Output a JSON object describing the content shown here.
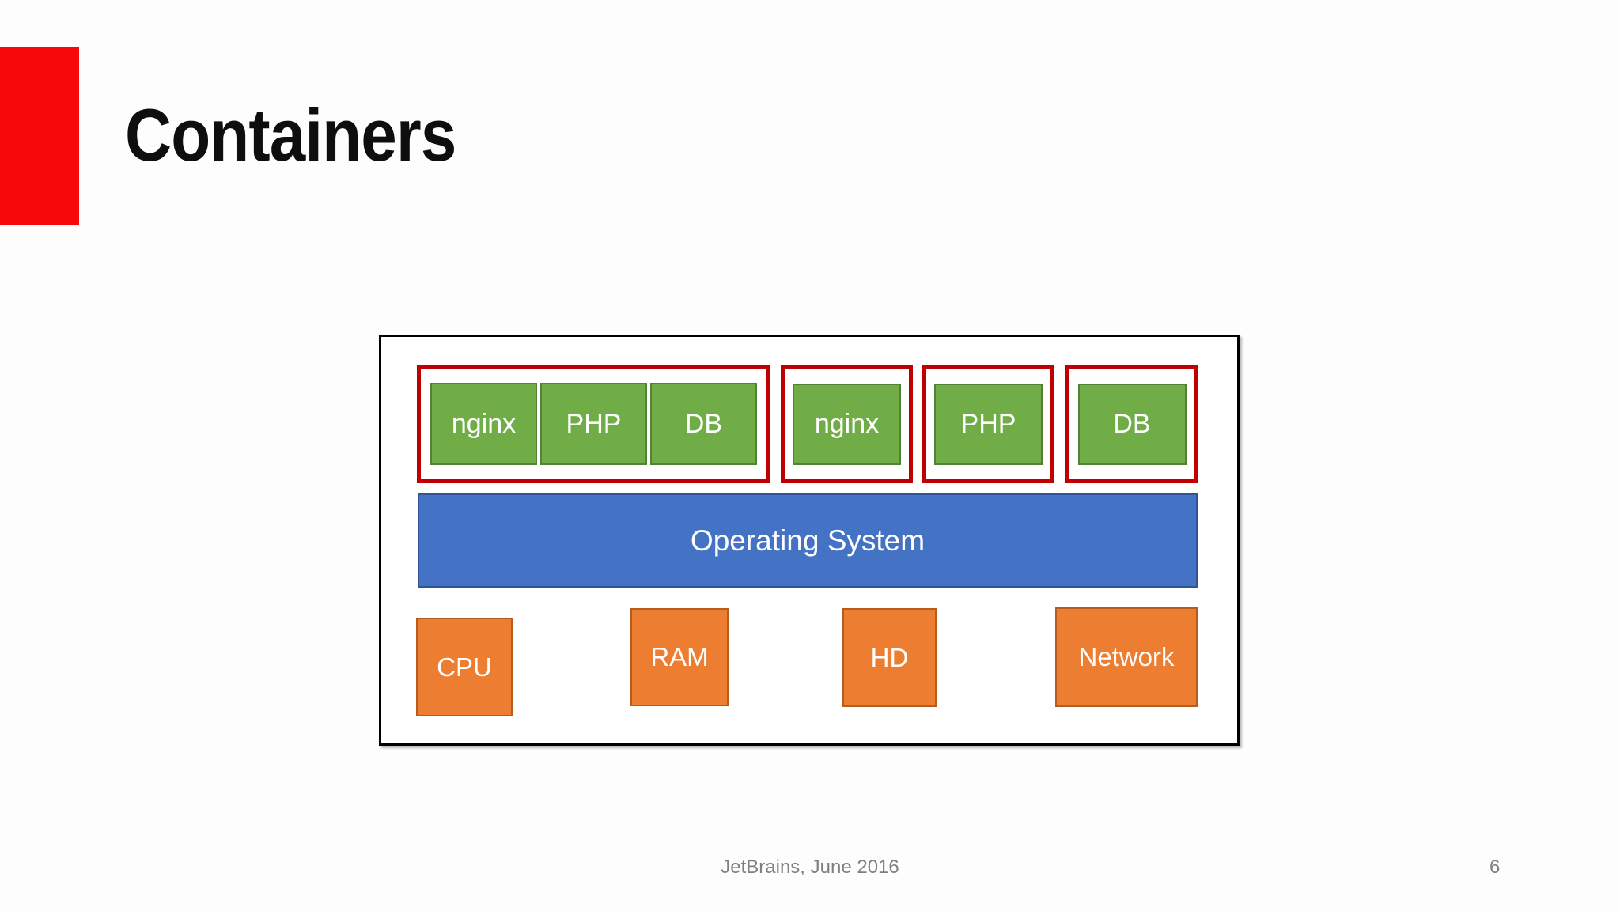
{
  "slide": {
    "title": "Containers",
    "footer": {
      "credit": "JetBrains, June 2016",
      "page_number": "6"
    }
  },
  "diagram": {
    "containers": [
      {
        "apps": [
          "nginx",
          "PHP",
          "DB"
        ]
      },
      {
        "apps": [
          "nginx"
        ]
      },
      {
        "apps": [
          "PHP"
        ]
      },
      {
        "apps": [
          "DB"
        ]
      }
    ],
    "os_label": "Operating System",
    "hardware": [
      "CPU",
      "RAM",
      "HD",
      "Network"
    ]
  },
  "colors": {
    "accent-red": "#f5090b",
    "container-border-red": "#c00000",
    "app-green": "#70ad47",
    "app-green-border": "#548235",
    "os-blue": "#4472c4",
    "os-blue-border": "#2f5597",
    "hardware-orange": "#ed7d31",
    "hardware-orange-border": "#b65c1e",
    "footer-gray": "#7f7f7f"
  }
}
